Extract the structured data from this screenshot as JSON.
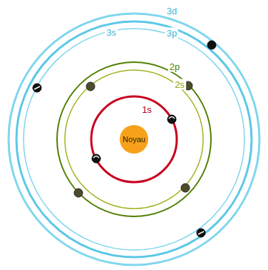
{
  "diagram": {
    "nodes": [
      {
        "text": [
          "Noyau"
        ]
      }
    ],
    "labels": [
      "1s",
      "2s",
      "2p",
      "3s",
      "3p",
      "3d"
    ]
  }
}
